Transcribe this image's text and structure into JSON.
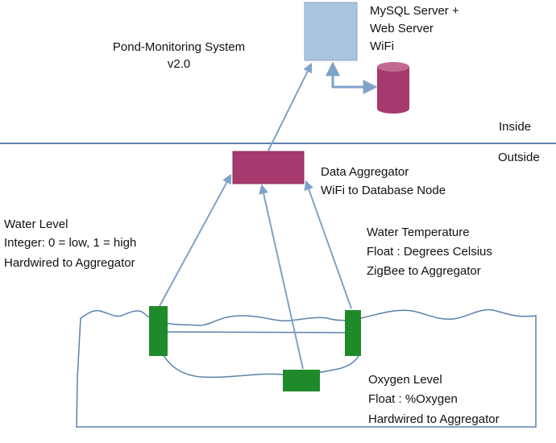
{
  "title": {
    "line1": "Pond-Monitoring System",
    "line2": "v2.0"
  },
  "server": {
    "line1": "MySQL Server +",
    "line2": "Web Server",
    "line3": "WiFi"
  },
  "zones": {
    "inside": "Inside",
    "outside": "Outside"
  },
  "aggregator": {
    "line1": "Data Aggregator",
    "line2": "WiFi to Database Node"
  },
  "water_level": {
    "line1": "Water Level",
    "line2": "Integer: 0 = low, 1 = high",
    "line3": "Hardwired to Aggregator"
  },
  "water_temperature": {
    "line1": "Water Temperature",
    "line2": "Float : Degrees Celsius",
    "line3": "ZigBee to Aggregator"
  },
  "oxygen_level": {
    "line1": "Oxygen Level",
    "line2": "Float : %Oxygen",
    "line3": "Hardwired to Aggregator"
  },
  "colors": {
    "connector": "#7ea2c8",
    "boundary": "#5b82ad",
    "server_fill": "#a9c4df",
    "database_fill": "#a63a6e",
    "aggregator_fill": "#a63a6e",
    "sensor_fill": "#1f8a2a",
    "pond_outline": "#5b82ad"
  },
  "icons": {
    "server": "server-box",
    "database": "database-cylinder"
  }
}
